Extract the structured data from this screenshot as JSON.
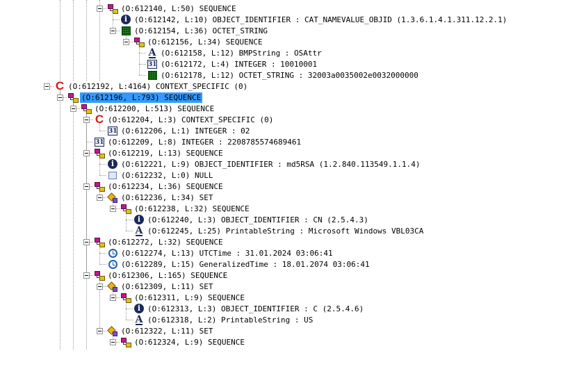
{
  "tree": {
    "selected_index": 9,
    "nodes": [
      {
        "depth": 4,
        "icon": "sequence-icon",
        "expanded": true,
        "text": "(O:612140, L:50) SEQUENCE"
      },
      {
        "depth": 5,
        "icon": "info-icon",
        "expanded": null,
        "text": "(O:612142, L:10) OBJECT_IDENTIFIER : CAT_NAMEVALUE_OBJID (1.3.6.1.4.1.311.12.2.1)"
      },
      {
        "depth": 5,
        "icon": "octet-icon",
        "expanded": true,
        "text": "(O:612154, L:36) OCTET_STRING"
      },
      {
        "depth": 6,
        "icon": "sequence-icon",
        "expanded": true,
        "text": "(O:612156, L:34) SEQUENCE"
      },
      {
        "depth": 7,
        "icon": "string-icon",
        "expanded": null,
        "text": "(O:612158, L:12) BMPString : OSAttr"
      },
      {
        "depth": 7,
        "icon": "integer-icon",
        "expanded": null,
        "text": "(O:612172, L:4) INTEGER : 10010001"
      },
      {
        "depth": 7,
        "icon": "octet-icon",
        "expanded": null,
        "text": "(O:612178, L:12) OCTET_STRING : 32003a0035002e0032000000"
      },
      {
        "depth": 0,
        "icon": "context-icon",
        "expanded": true,
        "text": "(O:612192, L:4164) CONTEXT_SPECIFIC (0)"
      },
      {
        "depth": 1,
        "icon": "sequence-icon",
        "expanded": true,
        "text": "(O:612196, L:793) SEQUENCE"
      },
      {
        "depth": 1,
        "icon": "sequence-icon",
        "expanded": true,
        "text": "(O:612196, L:793) SEQUENCE"
      },
      {
        "depth": 2,
        "icon": "sequence-icon",
        "expanded": true,
        "text": "(O:612200, L:513) SEQUENCE"
      },
      {
        "depth": 3,
        "icon": "context-icon",
        "expanded": true,
        "text": "(O:612204, L:3) CONTEXT_SPECIFIC (0)"
      },
      {
        "depth": 4,
        "icon": "integer-icon",
        "expanded": null,
        "text": "(O:612206, L:1) INTEGER : 02"
      },
      {
        "depth": 3,
        "icon": "integer-icon",
        "expanded": null,
        "text": "(O:612209, L:8) INTEGER : 2208785574689461"
      },
      {
        "depth": 3,
        "icon": "sequence-icon",
        "expanded": true,
        "text": "(O:612219, L:13) SEQUENCE"
      },
      {
        "depth": 4,
        "icon": "info-icon",
        "expanded": null,
        "text": "(O:612221, L:9) OBJECT_IDENTIFIER : md5RSA (1.2.840.113549.1.1.4)"
      },
      {
        "depth": 4,
        "icon": "null-icon",
        "expanded": null,
        "text": "(O:612232, L:0) NULL"
      },
      {
        "depth": 3,
        "icon": "sequence-icon",
        "expanded": true,
        "text": "(O:612234, L:36) SEQUENCE"
      },
      {
        "depth": 4,
        "icon": "set-icon",
        "expanded": true,
        "text": "(O:612236, L:34) SET"
      },
      {
        "depth": 5,
        "icon": "sequence-icon",
        "expanded": true,
        "text": "(O:612238, L:32) SEQUENCE"
      },
      {
        "depth": 6,
        "icon": "info-icon",
        "expanded": null,
        "text": "(O:612240, L:3) OBJECT_IDENTIFIER : CN (2.5.4.3)"
      },
      {
        "depth": 6,
        "icon": "string-icon",
        "expanded": null,
        "text": "(O:612245, L:25) PrintableString : Microsoft Windows VBL03CA"
      },
      {
        "depth": 3,
        "icon": "sequence-icon",
        "expanded": true,
        "text": "(O:612272, L:32) SEQUENCE"
      },
      {
        "depth": 4,
        "icon": "time-icon",
        "expanded": null,
        "text": "(O:612274, L:13) UTCTime : 31.01.2024 03:06:41"
      },
      {
        "depth": 4,
        "icon": "time-icon",
        "expanded": null,
        "text": "(O:612289, L:15) GeneralizedTime : 18.01.2074 03:06:41"
      },
      {
        "depth": 3,
        "icon": "sequence-icon",
        "expanded": true,
        "text": "(O:612306, L:165) SEQUENCE"
      },
      {
        "depth": 4,
        "icon": "set-icon",
        "expanded": true,
        "text": "(O:612309, L:11) SET"
      },
      {
        "depth": 5,
        "icon": "sequence-icon",
        "expanded": true,
        "text": "(O:612311, L:9) SEQUENCE"
      },
      {
        "depth": 6,
        "icon": "info-icon",
        "expanded": null,
        "text": "(O:612313, L:3) OBJECT_IDENTIFIER : C (2.5.4.6)"
      },
      {
        "depth": 6,
        "icon": "string-icon",
        "expanded": null,
        "text": "(O:612318, L:2) PrintableString : US"
      },
      {
        "depth": 4,
        "icon": "set-icon",
        "expanded": true,
        "text": "(O:612322, L:11) SET"
      },
      {
        "depth": 5,
        "icon": "sequence-icon",
        "expanded": true,
        "text": "(O:612324, L:9) SEQUENCE"
      }
    ]
  }
}
